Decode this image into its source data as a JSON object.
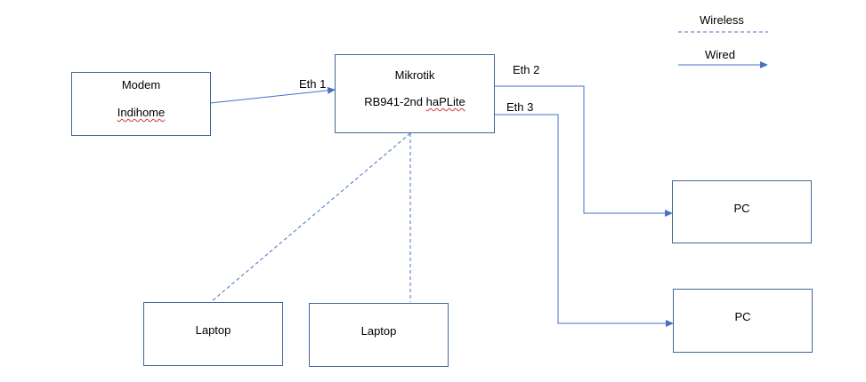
{
  "legend": {
    "wireless_label": "Wireless",
    "wired_label": "Wired"
  },
  "nodes": {
    "modem": {
      "title": "Modem",
      "subtitle": "Indihome"
    },
    "router": {
      "title": "Mikrotik",
      "subtitle": "RB941-2nd haPLite"
    },
    "pc_1": {
      "title": "PC"
    },
    "pc_2": {
      "title": "PC"
    },
    "laptop_1": {
      "title": "Laptop"
    },
    "laptop_2": {
      "title": "Laptop"
    }
  },
  "ports": {
    "eth1": "Eth 1",
    "eth2": "Eth 2",
    "eth3": "Eth 3"
  },
  "colors": {
    "line": "#4472c4",
    "box_border": "#41689a",
    "spellcheck": "#e03030"
  }
}
